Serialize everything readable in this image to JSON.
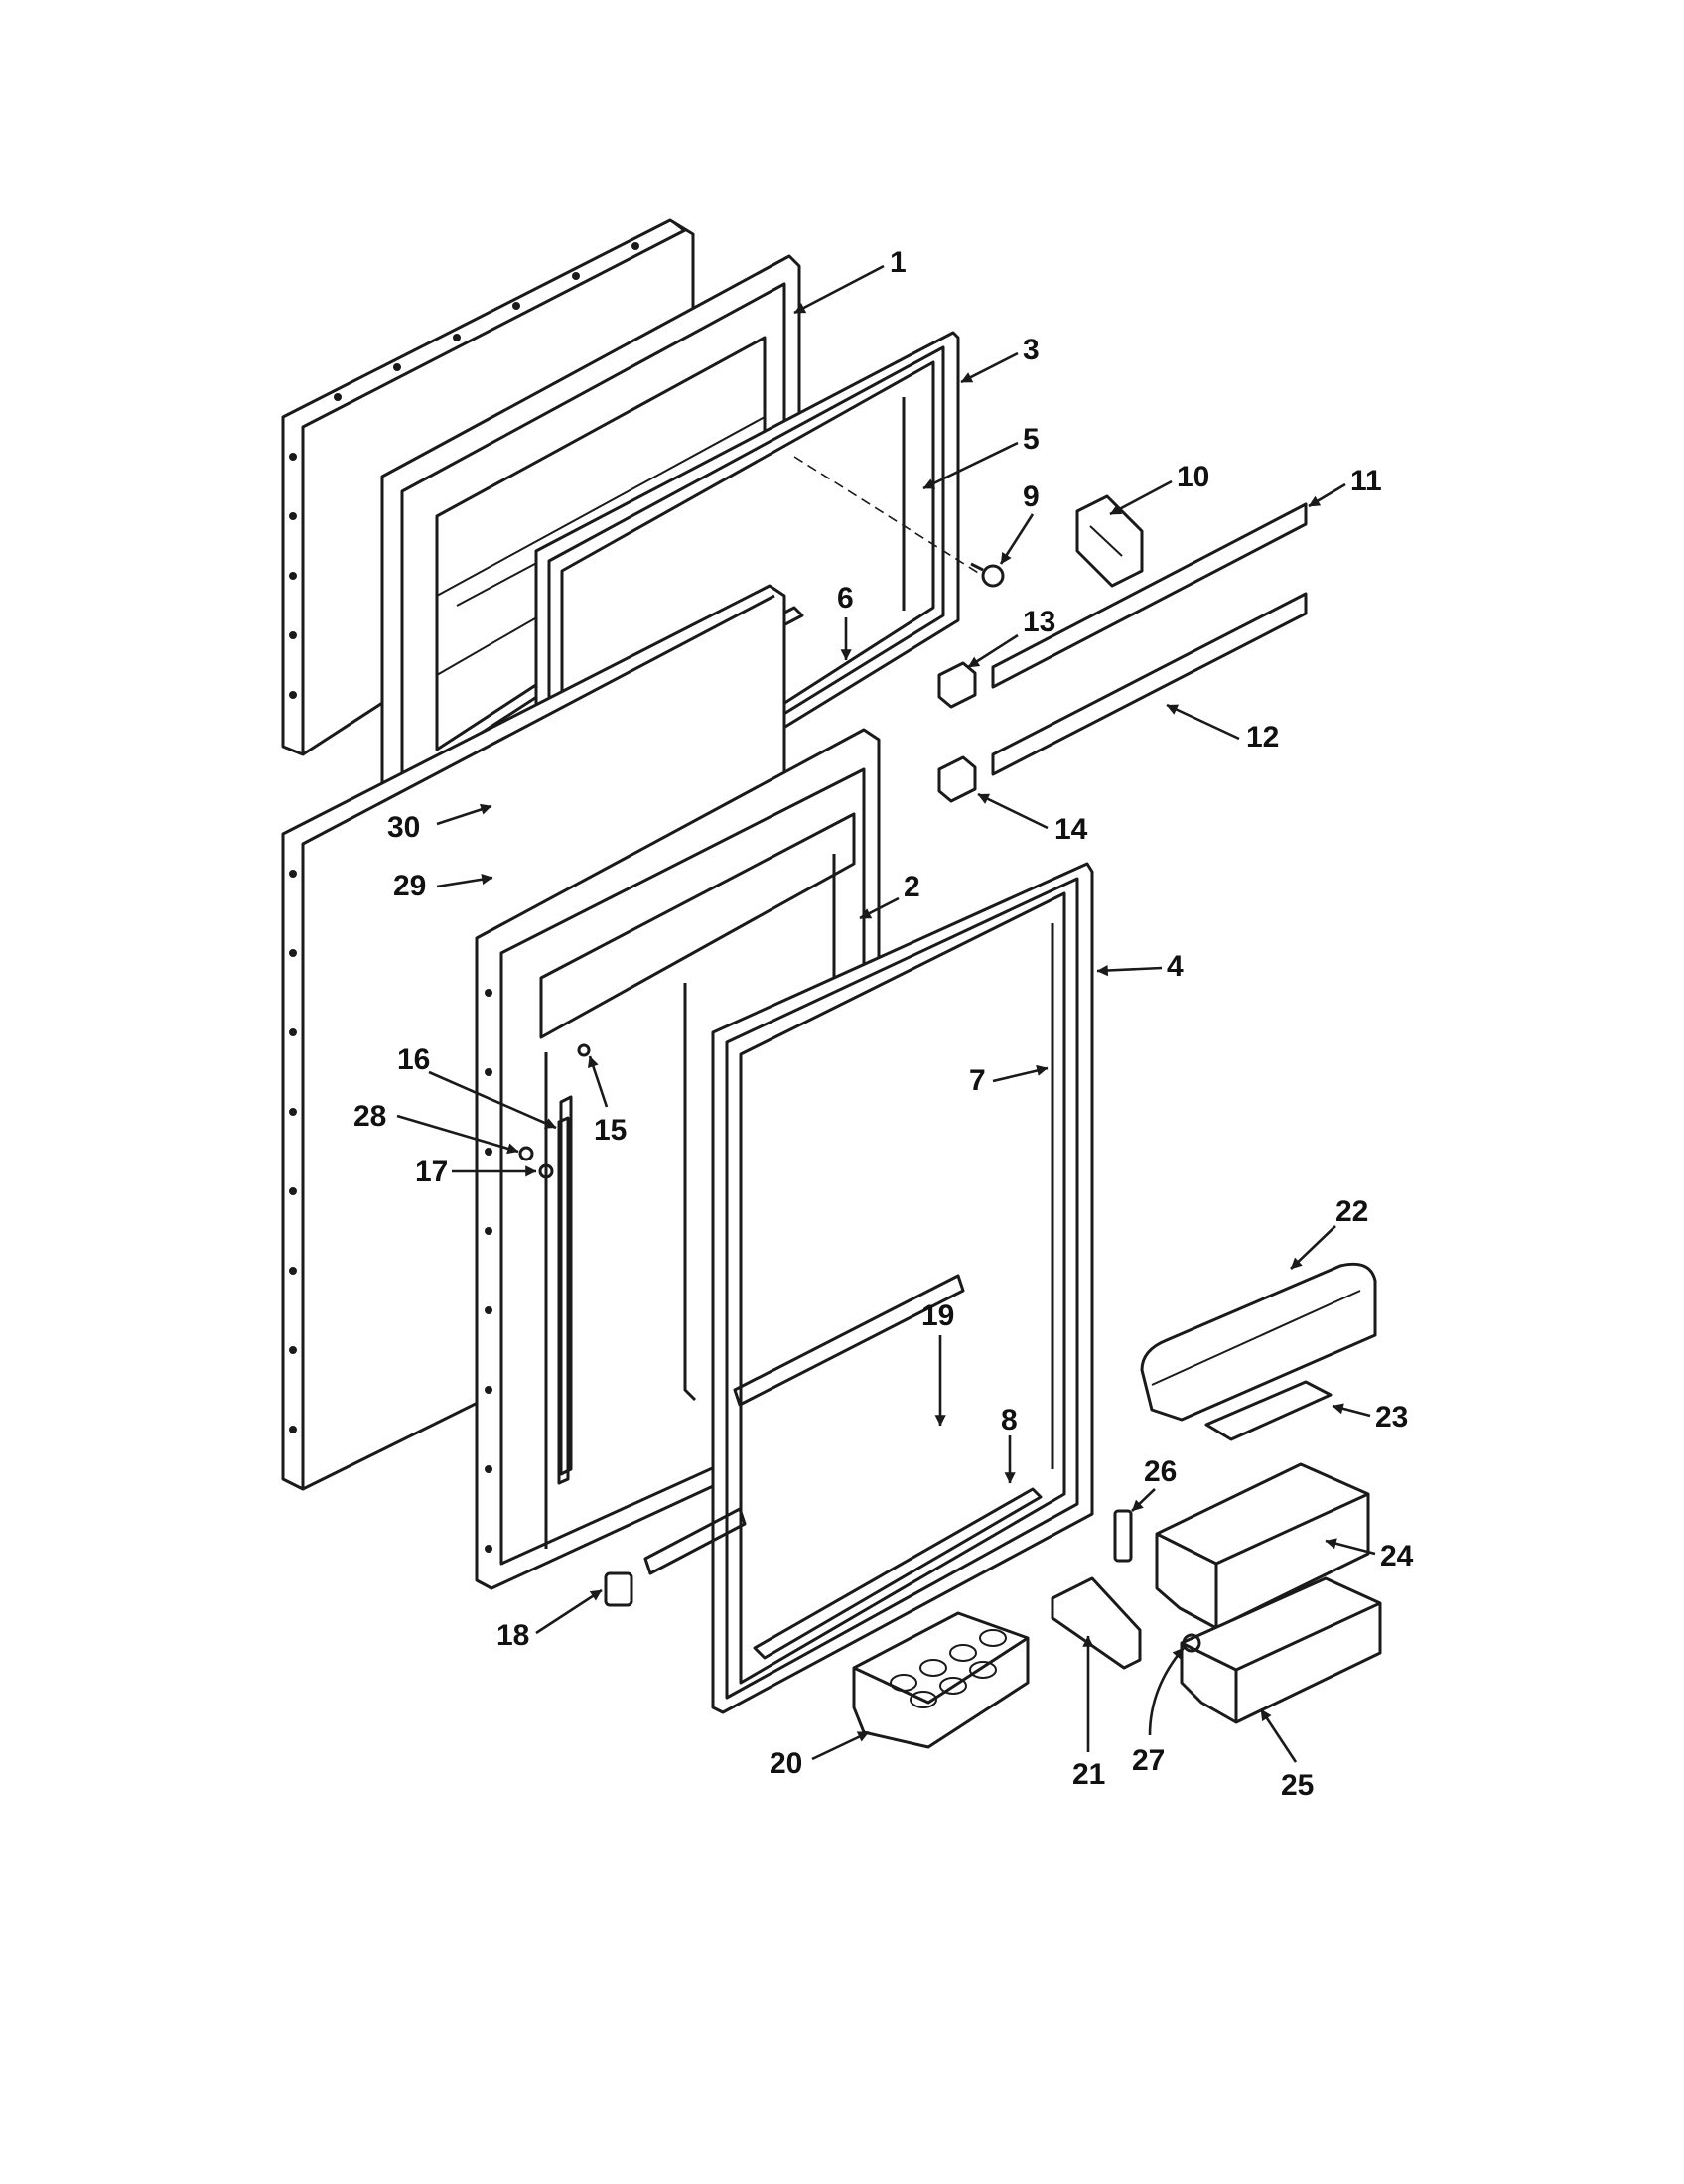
{
  "callouts": [
    {
      "id": "1",
      "text": "1"
    },
    {
      "id": "2",
      "text": "2"
    },
    {
      "id": "3",
      "text": "3"
    },
    {
      "id": "4",
      "text": "4"
    },
    {
      "id": "5",
      "text": "5"
    },
    {
      "id": "6",
      "text": "6"
    },
    {
      "id": "7",
      "text": "7"
    },
    {
      "id": "8",
      "text": "8"
    },
    {
      "id": "9",
      "text": "9"
    },
    {
      "id": "10",
      "text": "10"
    },
    {
      "id": "11",
      "text": "11"
    },
    {
      "id": "12",
      "text": "12"
    },
    {
      "id": "13",
      "text": "13"
    },
    {
      "id": "14",
      "text": "14"
    },
    {
      "id": "15",
      "text": "15"
    },
    {
      "id": "16",
      "text": "16"
    },
    {
      "id": "17",
      "text": "17"
    },
    {
      "id": "18",
      "text": "18"
    },
    {
      "id": "19",
      "text": "19"
    },
    {
      "id": "20",
      "text": "20"
    },
    {
      "id": "21",
      "text": "21"
    },
    {
      "id": "22",
      "text": "22"
    },
    {
      "id": "23",
      "text": "23"
    },
    {
      "id": "24",
      "text": "24"
    },
    {
      "id": "25",
      "text": "25"
    },
    {
      "id": "26",
      "text": "26"
    },
    {
      "id": "27",
      "text": "27"
    },
    {
      "id": "28",
      "text": "28"
    },
    {
      "id": "29",
      "text": "29"
    },
    {
      "id": "30",
      "text": "30"
    }
  ],
  "colors": {
    "line": "#1a1a1a",
    "background": "#ffffff"
  }
}
